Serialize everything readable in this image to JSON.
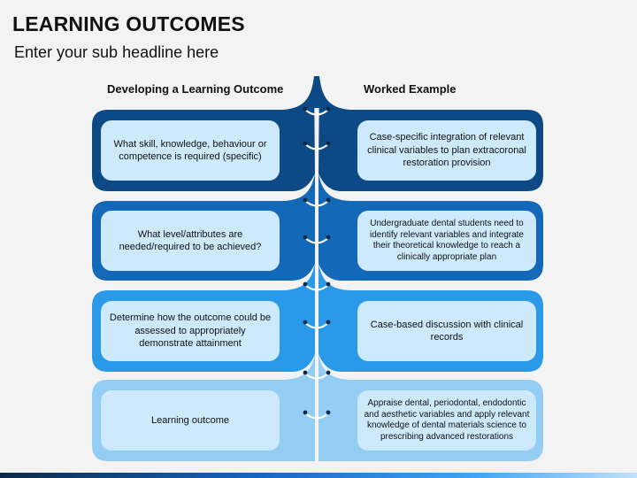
{
  "header": {
    "title": "LEARNING OUTCOMES",
    "subtitle": "Enter your sub headline here"
  },
  "columns": {
    "left_heading": "Developing a Learning Outcome",
    "right_heading": "Worked Example"
  },
  "rows": [
    {
      "color": "#0d4a85",
      "left": "What skill, knowledge, behaviour or competence is required (specific)",
      "right": "Case-specific integration of relevant clinical variables to plan extracoronal restoration provision"
    },
    {
      "color": "#1468b8",
      "left": "What level/attributes are needed/required to be achieved?",
      "right": "Undergraduate dental students need to identify relevant variables and integrate their theoretical knowledge to reach a clinically appropriate plan"
    },
    {
      "color": "#2a9ae8",
      "left": "Determine how the outcome could be assessed to appropriately demonstrate attainment",
      "right": "Case-based discussion with clinical records"
    },
    {
      "color": "#93cdf3",
      "left": "Learning outcome",
      "right": "Appraise dental, periodontal, endodontic and aesthetic variables and apply relevant knowledge of dental materials science to prescribing advanced restorations"
    }
  ],
  "theme": {
    "background": "#f3f3f3",
    "box_fill": "#cde9fc",
    "ring_color": "#2b7fcf"
  }
}
